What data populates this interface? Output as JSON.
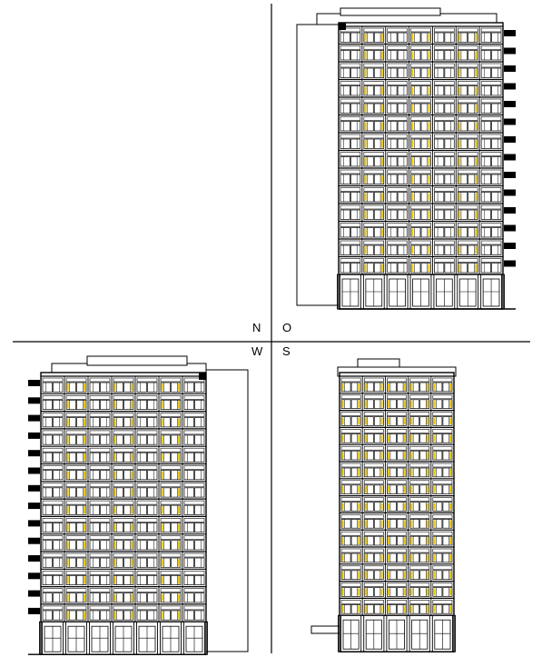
{
  "labels": {
    "north": "N",
    "east": "O",
    "west": "W",
    "south": "S"
  },
  "colors": {
    "line": "#000000",
    "accent": "#e6c619",
    "background": "#ffffff"
  },
  "elevations": [
    {
      "id": "east",
      "quadrant": "top-right",
      "floors": 14,
      "bays": 7
    },
    {
      "id": "west",
      "quadrant": "bottom-left",
      "floors": 14,
      "bays": 7
    },
    {
      "id": "south",
      "quadrant": "bottom-right",
      "floors": 14,
      "bays": 5
    }
  ]
}
